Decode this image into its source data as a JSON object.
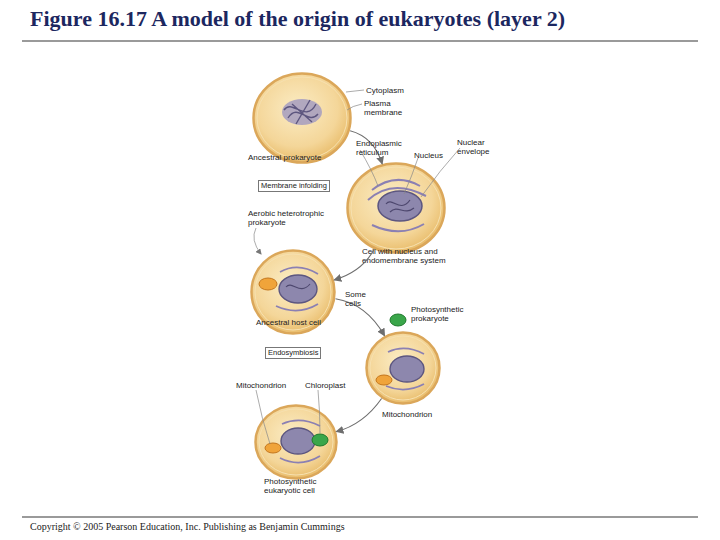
{
  "diagram": {
    "title": "Figure 16.17 A model of the origin of eukaryotes (layer 2)",
    "nodes": [
      {
        "text": [
          "Ancestral prokaryote"
        ]
      },
      {
        "text": [
          "Membrane infolding"
        ]
      },
      {
        "text": [
          "Cell with nucleus and endomembrane system"
        ]
      },
      {
        "text": [
          "Ancestral host cell"
        ]
      },
      {
        "text": [
          "Endosymbiosis"
        ]
      },
      {
        "text": [
          "Mitochondrion"
        ]
      },
      {
        "text": [
          "Photosynthetic eukaryotic cell"
        ]
      }
    ],
    "edges": [
      {
        "from": 0,
        "to": 2,
        "arrow": "to"
      },
      {
        "from": 2,
        "to": 3,
        "arrow": "to"
      },
      {
        "from": 3,
        "to": 5,
        "label": "Some cells",
        "arrow": "to"
      },
      {
        "from": 5,
        "to": 6,
        "arrow": "to"
      }
    ],
    "labels": [
      "Cytoplasm",
      "Plasma membrane",
      "Endoplasmic reticulum",
      "Nucleus",
      "Nuclear envelope",
      "Aerobic heterotrophic prokaryote",
      "Photosynthetic prokaryote",
      "Mitochondrion",
      "Chloroplast",
      "Copyright © 2005 Pearson Education, Inc. Publishing as Benjamin Cummings"
    ]
  }
}
